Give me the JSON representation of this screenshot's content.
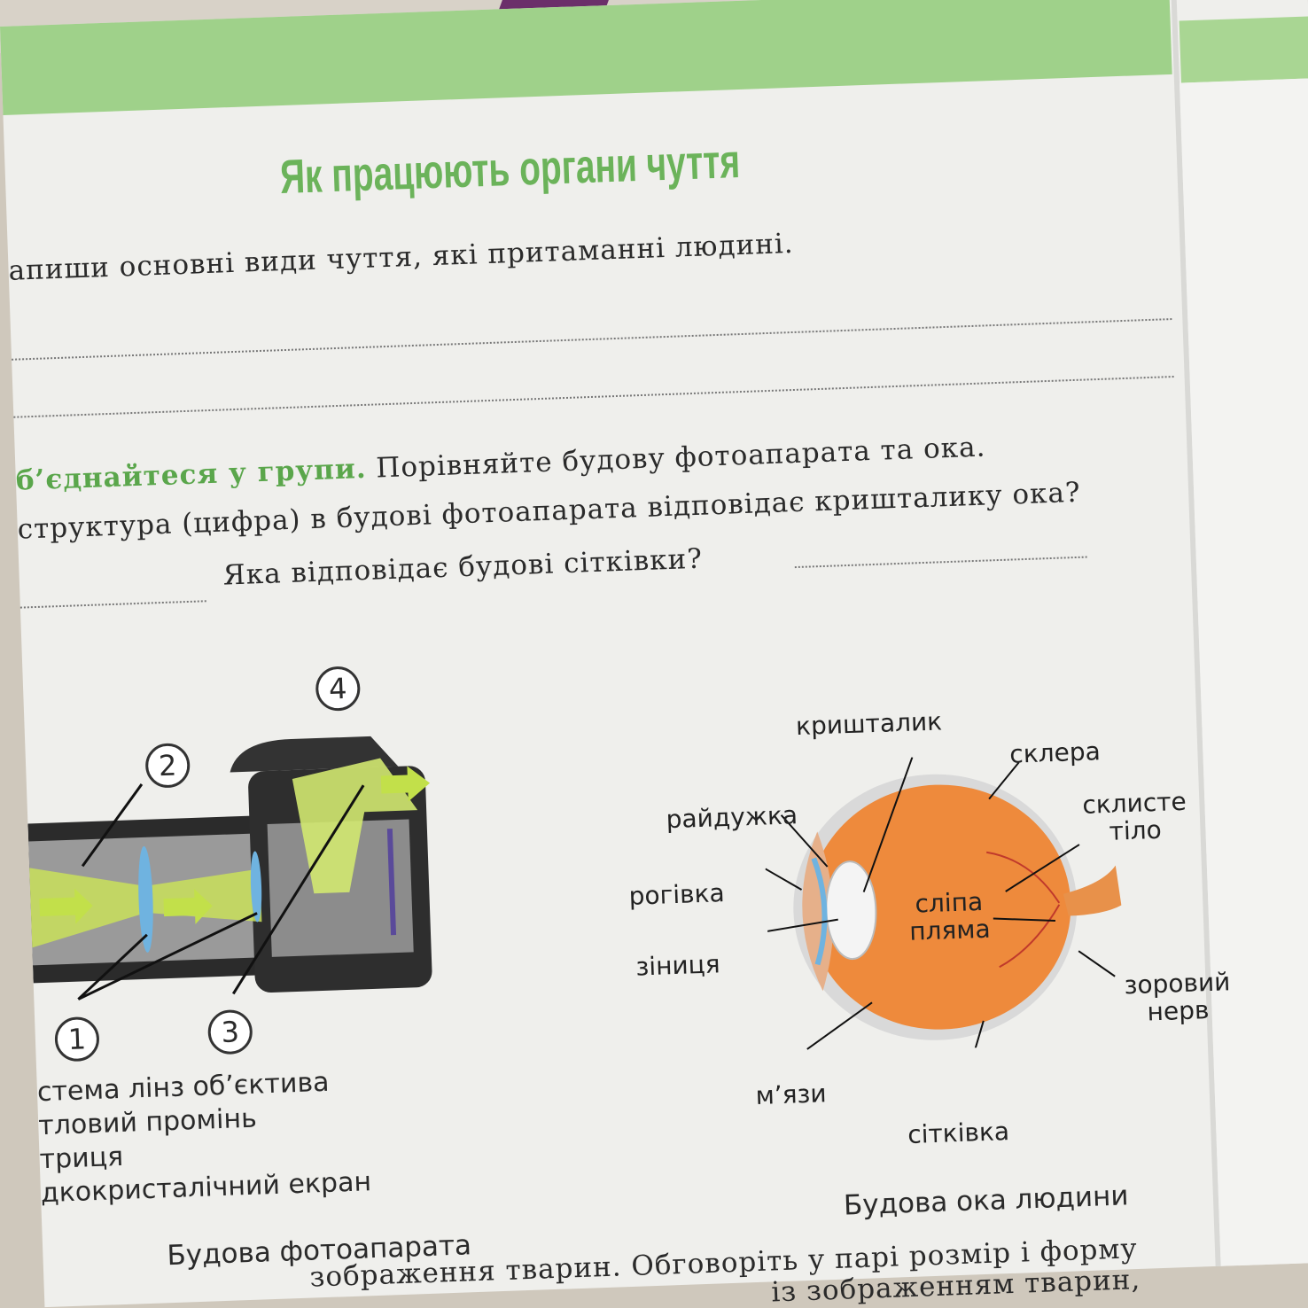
{
  "heading": "Як працюють органи чуття",
  "task1": {
    "text": "апиши основні види чуття, які притаманні людині."
  },
  "task2": {
    "lead": "б’єднайтеся у групи.",
    "rest": " Порівняйте будову фотоапарата та ока.",
    "q1": "структура (цифра) в будові фотоапарата відповідає кришталику ока?",
    "q2": "Яка відповідає будові сітківки?"
  },
  "camera": {
    "numbers": [
      "1",
      "2",
      "3",
      "4"
    ],
    "legend": [
      "стема лінз об’єктива",
      "тловий промінь",
      "триця",
      "дкокристалічний екран"
    ],
    "caption": "Будова фотоапарата"
  },
  "eye": {
    "labels": {
      "lens": "кришталик",
      "sclera": "склера",
      "iris": "райдужка",
      "vitreous": "склисте\nтіло",
      "cornea": "рогівка",
      "blind_spot": "сліпа\nпляма",
      "pupil": "зіниця",
      "optic_nerve": "зоровий\nнерв",
      "muscles": "м’язи",
      "retina": "сітківка"
    },
    "caption": "Будова ока людини"
  },
  "task3": {
    "line1": "зображення тварин. Обговоріть у парі розмір і форму",
    "line2": "із зображенням тварин,"
  },
  "colors": {
    "heading": "#6bb35a",
    "band": "#9fd18a",
    "eyeball": "#ee8a3c"
  }
}
